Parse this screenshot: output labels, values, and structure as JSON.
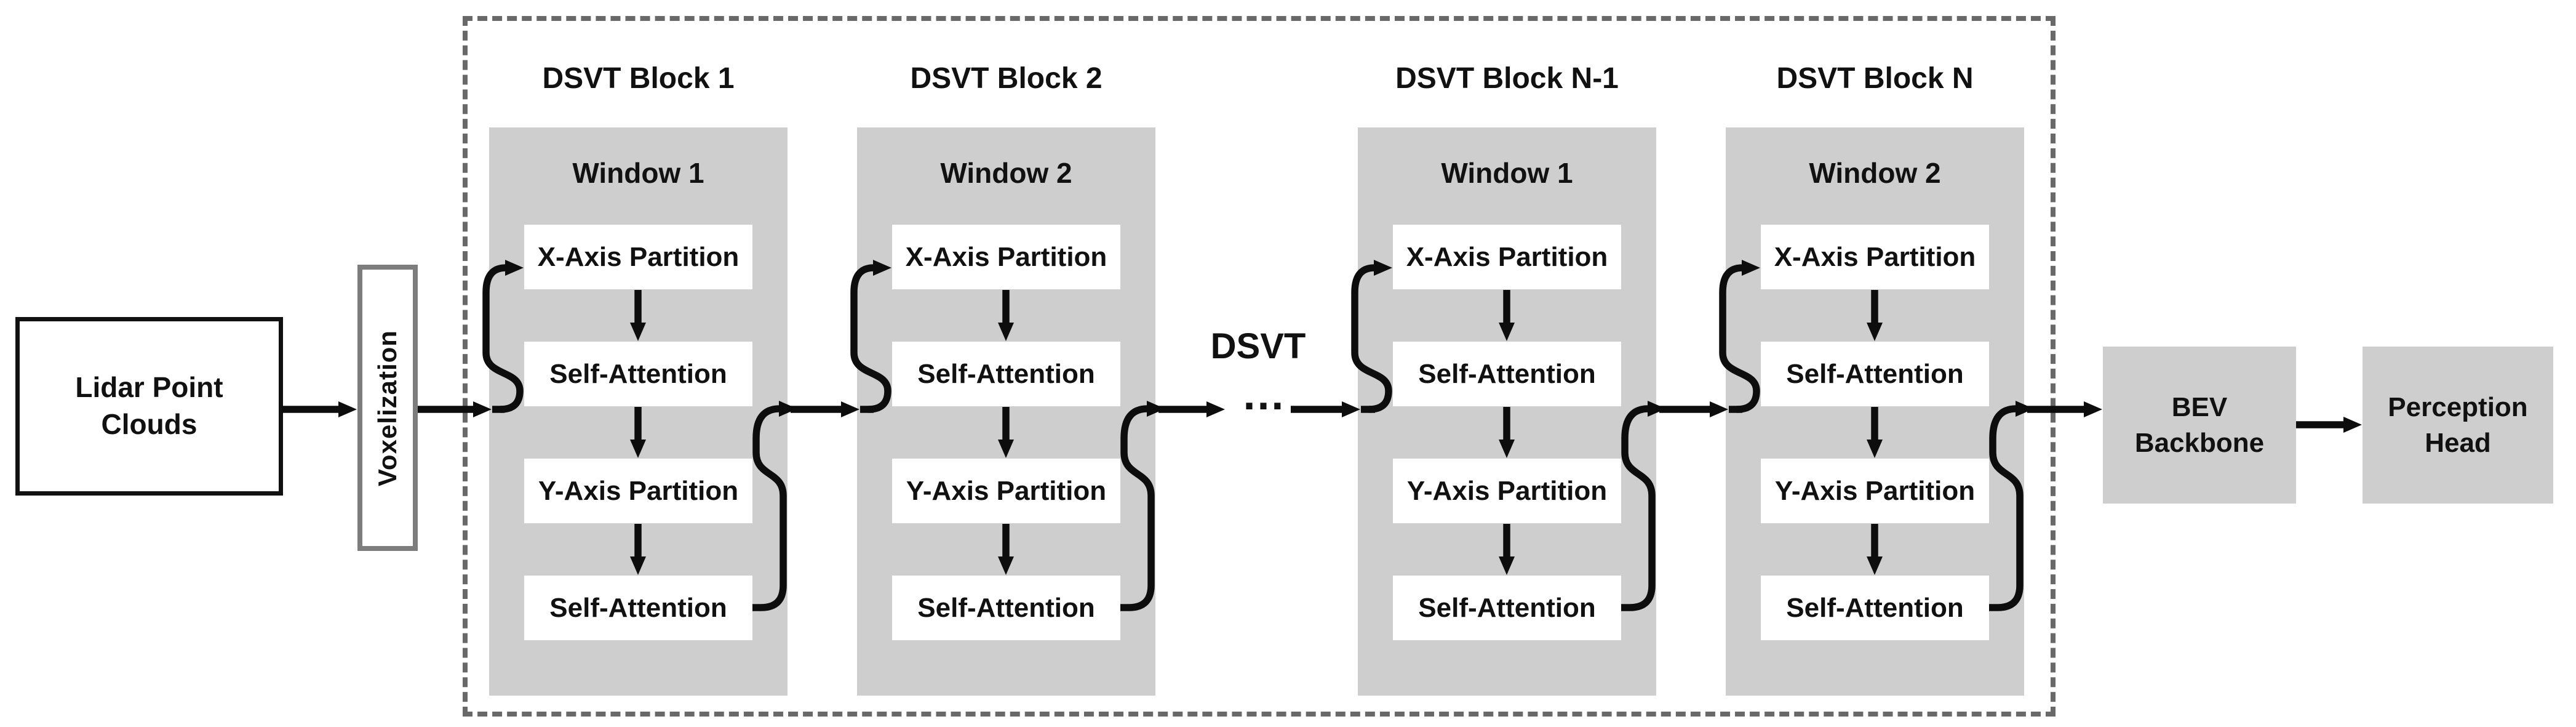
{
  "diagram": {
    "lidar_label": "Lidar Point Clouds",
    "voxelization_label": "Voxelization",
    "container_label": "DSVT",
    "ellipsis": "…",
    "blocks": [
      {
        "title": "DSVT Block 1",
        "window": "Window 1",
        "steps": [
          "X-Axis Partition",
          "Self-Attention",
          "Y-Axis Partition",
          "Self-Attention"
        ]
      },
      {
        "title": "DSVT Block 2",
        "window": "Window 2",
        "steps": [
          "X-Axis Partition",
          "Self-Attention",
          "Y-Axis Partition",
          "Self-Attention"
        ]
      },
      {
        "title": "DSVT Block N-1",
        "window": "Window 1",
        "steps": [
          "X-Axis Partition",
          "Self-Attention",
          "Y-Axis Partition",
          "Self-Attention"
        ]
      },
      {
        "title": "DSVT Block N",
        "window": "Window 2",
        "steps": [
          "X-Axis Partition",
          "Self-Attention",
          "Y-Axis Partition",
          "Self-Attention"
        ]
      }
    ],
    "bev_label": "BEV Backbone",
    "perception_label": "Perception Head"
  },
  "colors": {
    "block_fill": "#cecece",
    "step_fill": "#ffffff",
    "dashed_border": "#696969",
    "voxelization_border": "#7d7d7d",
    "lidar_border": "#111111",
    "arrow": "#0d0d0d",
    "background": "#ffffff"
  }
}
